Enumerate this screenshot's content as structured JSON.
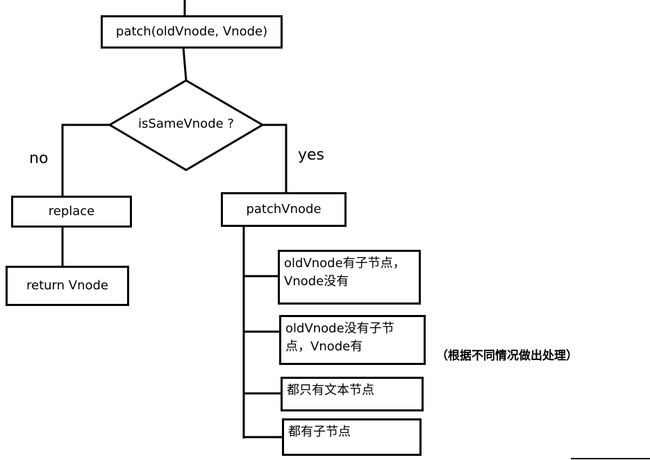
{
  "diagram": {
    "start": "patch(oldVnode, Vnode)",
    "decision": "isSameVnode ?",
    "branch_no": "no",
    "branch_yes": "yes",
    "replace": "replace",
    "return": "return Vnode",
    "patch_vnode": "patchVnode",
    "cases": [
      {
        "line1": "oldVnode有子节点，",
        "line2": "Vnode没有"
      },
      {
        "line1": "oldVnode没有子节",
        "line2": "点，Vnode有"
      },
      {
        "line1": "都只有文本节点"
      },
      {
        "line1": "都有子节点"
      }
    ],
    "note": "（根据不同情况做出处理）"
  }
}
